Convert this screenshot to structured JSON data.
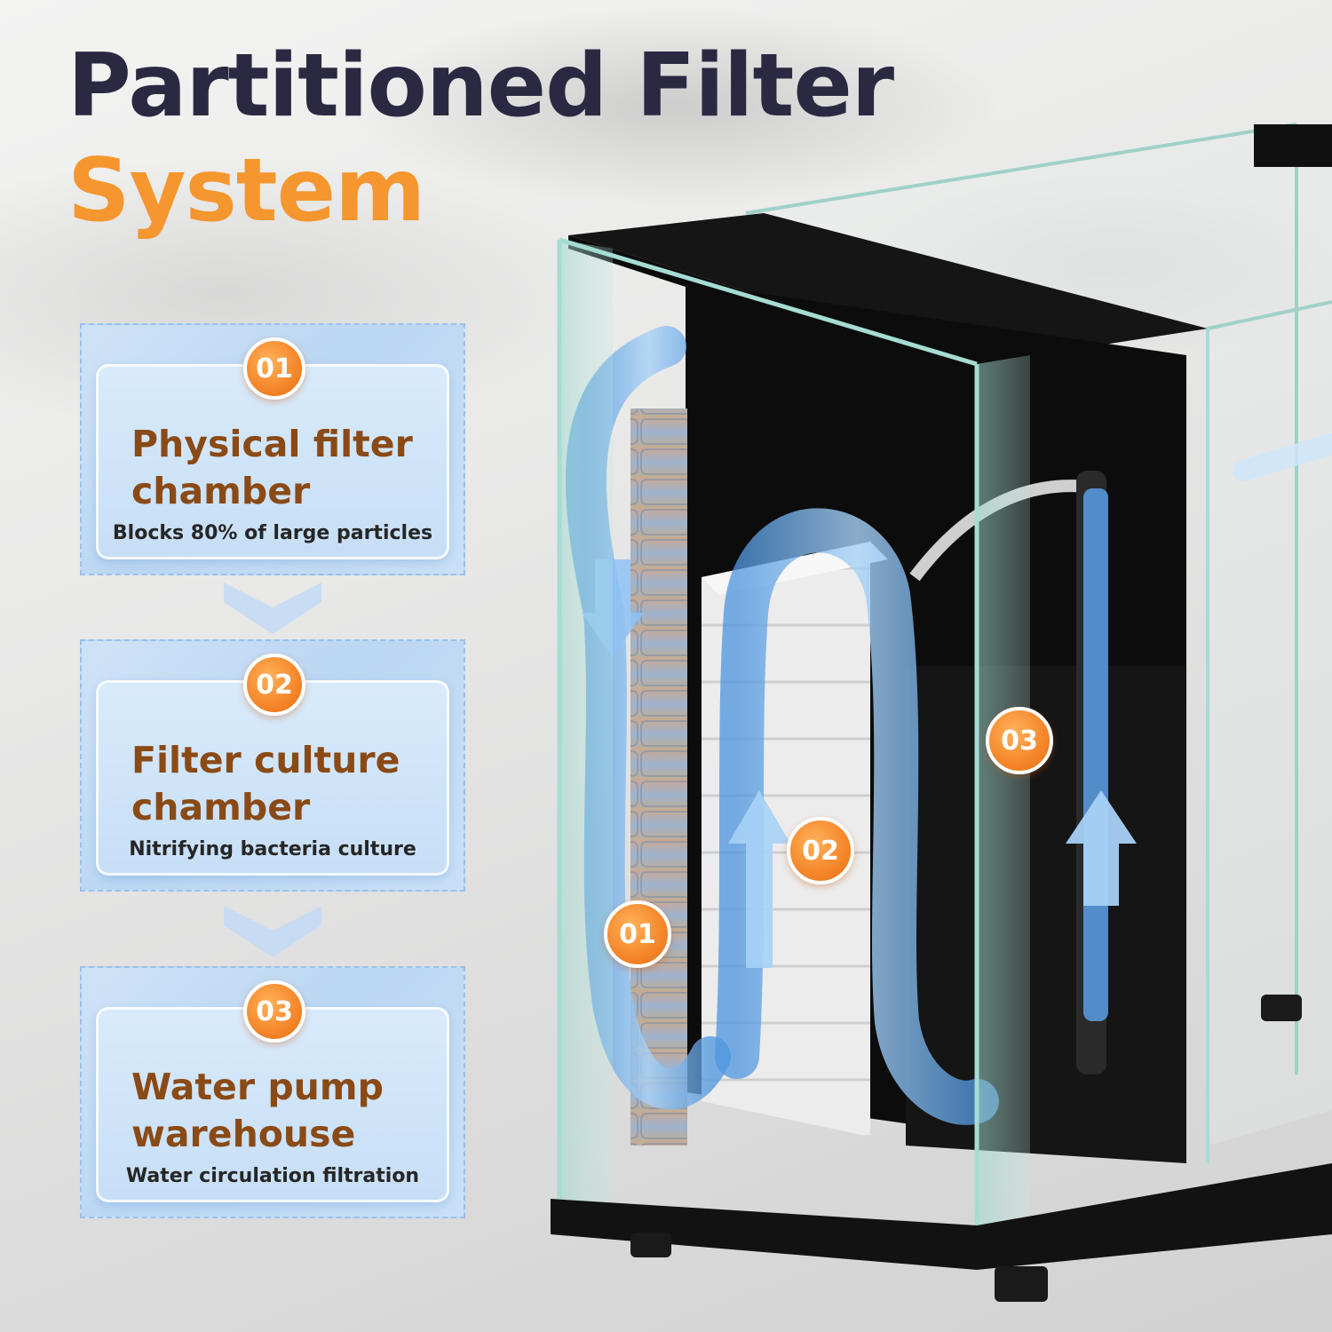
{
  "title": {
    "line1": "Partitioned Filter",
    "line2": "System"
  },
  "steps": [
    {
      "number": "01",
      "title": "Physical filter chamber",
      "subtitle": "Blocks 80% of large particles"
    },
    {
      "number": "02",
      "title": "Filter culture chamber",
      "subtitle": "Nitrifying bacteria culture"
    },
    {
      "number": "03",
      "title": "Water pump warehouse",
      "subtitle": "Water circulation filtration"
    }
  ],
  "diagram_callouts": [
    "01",
    "02",
    "03"
  ],
  "colors": {
    "title_dark": "#2b2942",
    "title_accent": "#f5962e",
    "badge_orange": "#f5862a",
    "card_title_brown": "#8a4a16",
    "card_blue": "#c6def6",
    "water_blue": "#5aa2e6"
  }
}
